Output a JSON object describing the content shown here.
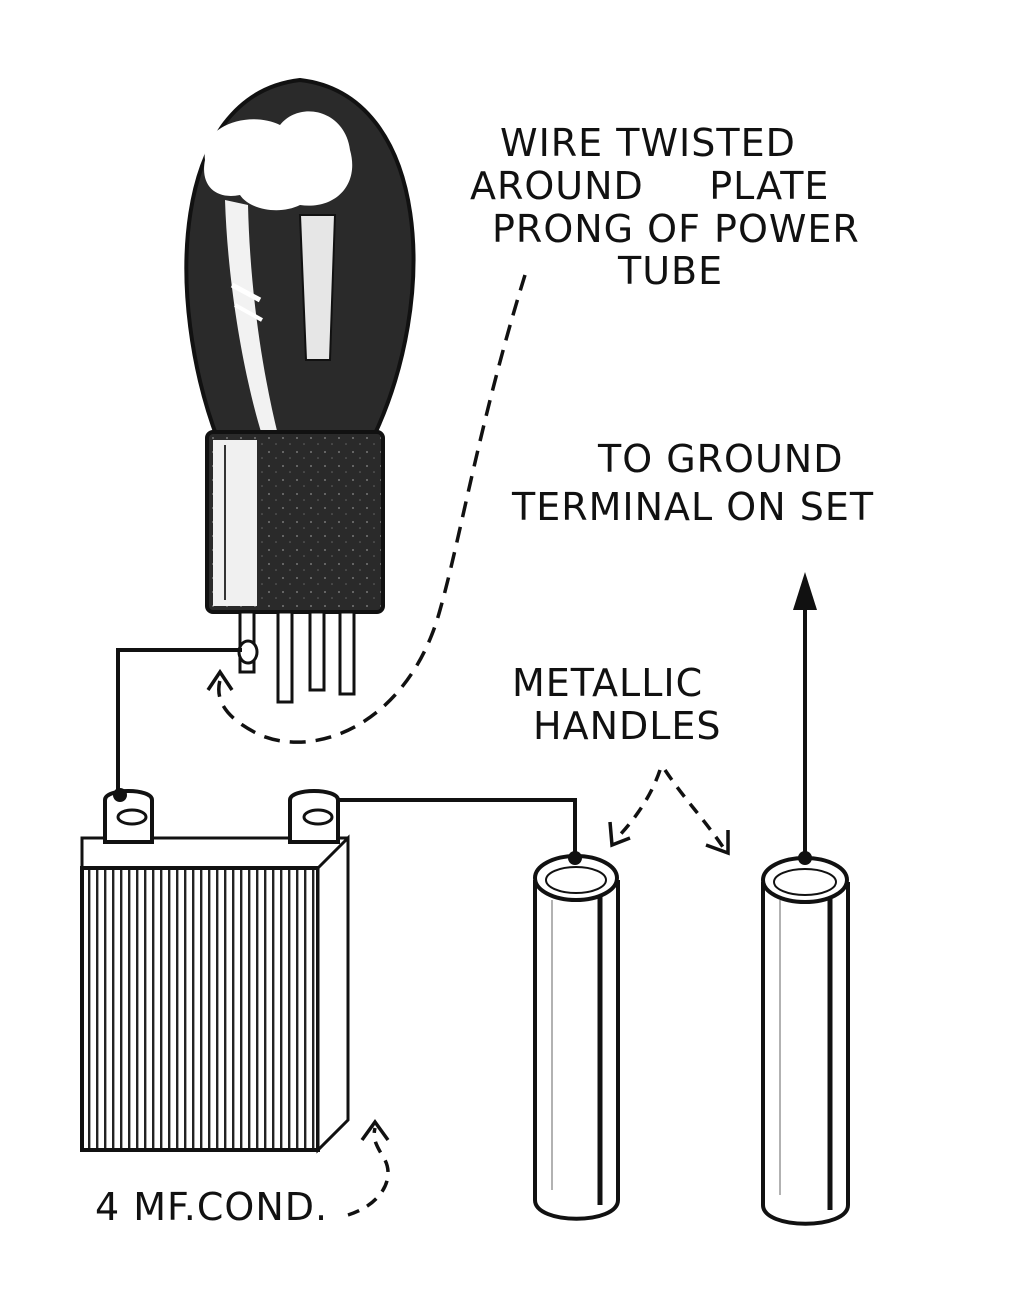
{
  "labels": {
    "wire_twisted": {
      "line1": "WIRE TWISTED",
      "line2": "AROUND     PLATE",
      "line3": "PRONG OF POWER",
      "line4": "TUBE"
    },
    "to_ground": {
      "line1": "TO GROUND",
      "line2": "TERMINAL ON SET"
    },
    "metallic_handles": {
      "line1": "METALLIC",
      "line2": "HANDLES"
    },
    "condenser": "4 MF.COND."
  },
  "colors": {
    "ink": "#111111",
    "paper": "#ffffff",
    "tube_dark": "#2a2a2a"
  }
}
